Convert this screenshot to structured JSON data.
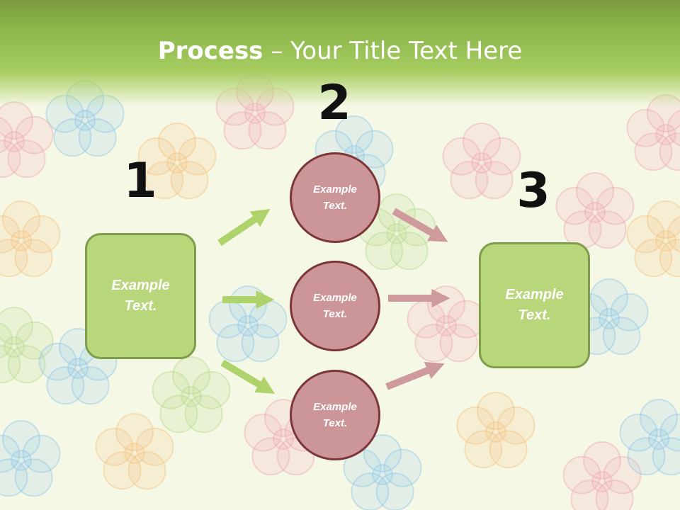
{
  "title": {
    "bold": "Process",
    "rest": " – Your Title Text Here"
  },
  "steps": {
    "one": "1",
    "two": "2",
    "three": "3"
  },
  "boxes": {
    "left": "Example\nText.",
    "right": "Example\nText."
  },
  "circles": {
    "top": "Example\nText.",
    "middle": "Example\nText.",
    "bottom": "Example\nText."
  },
  "colors": {
    "header_green": "#8cb64a",
    "box_green": "#b8d67a",
    "circle_rose": "#cc9597",
    "arrow_green": "#aed36b",
    "arrow_rose": "#cf9a9c"
  }
}
